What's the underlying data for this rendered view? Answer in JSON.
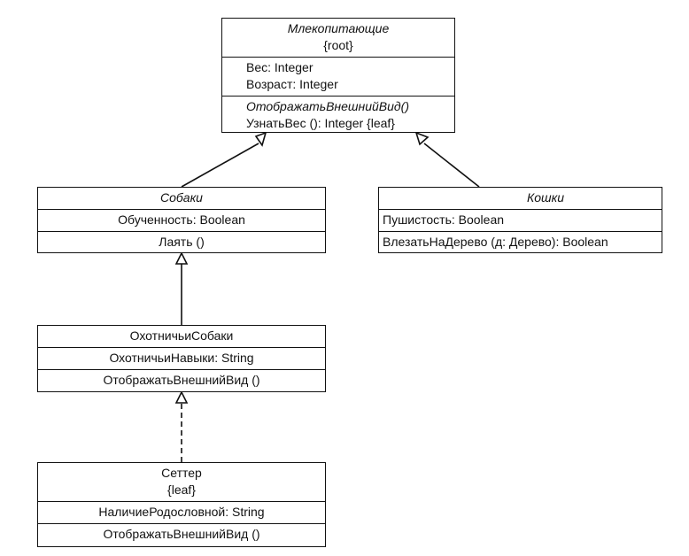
{
  "classes": {
    "mammals": {
      "name": "Млекопитающие",
      "stereotype": "{root}",
      "attributes": [
        "Вес: Integer",
        "Возраст: Integer"
      ],
      "operations": [
        "ОтображатьВнешнийВид()",
        "УзнатьВес (): Integer {leaf}"
      ]
    },
    "dogs": {
      "name": "Собаки",
      "attributes": [
        "Обученность: Boolean"
      ],
      "operations": [
        "Лаять ()"
      ]
    },
    "cats": {
      "name": "Кошки",
      "attributes": [
        "Пушистость: Boolean"
      ],
      "operations": [
        "ВлезатьНаДерево (д: Дерево): Boolean"
      ]
    },
    "hunting_dogs": {
      "name": "ОхотничьиСобаки",
      "attributes": [
        "ОхотничьиНавыки: String"
      ],
      "operations": [
        "ОтображатьВнешнийВид ()"
      ]
    },
    "setter": {
      "name": "Сеттер",
      "stereotype": "{leaf}",
      "attributes": [
        "НаличиеРодословной: String"
      ],
      "operations": [
        "ОтображатьВнешнийВид ()"
      ]
    }
  }
}
